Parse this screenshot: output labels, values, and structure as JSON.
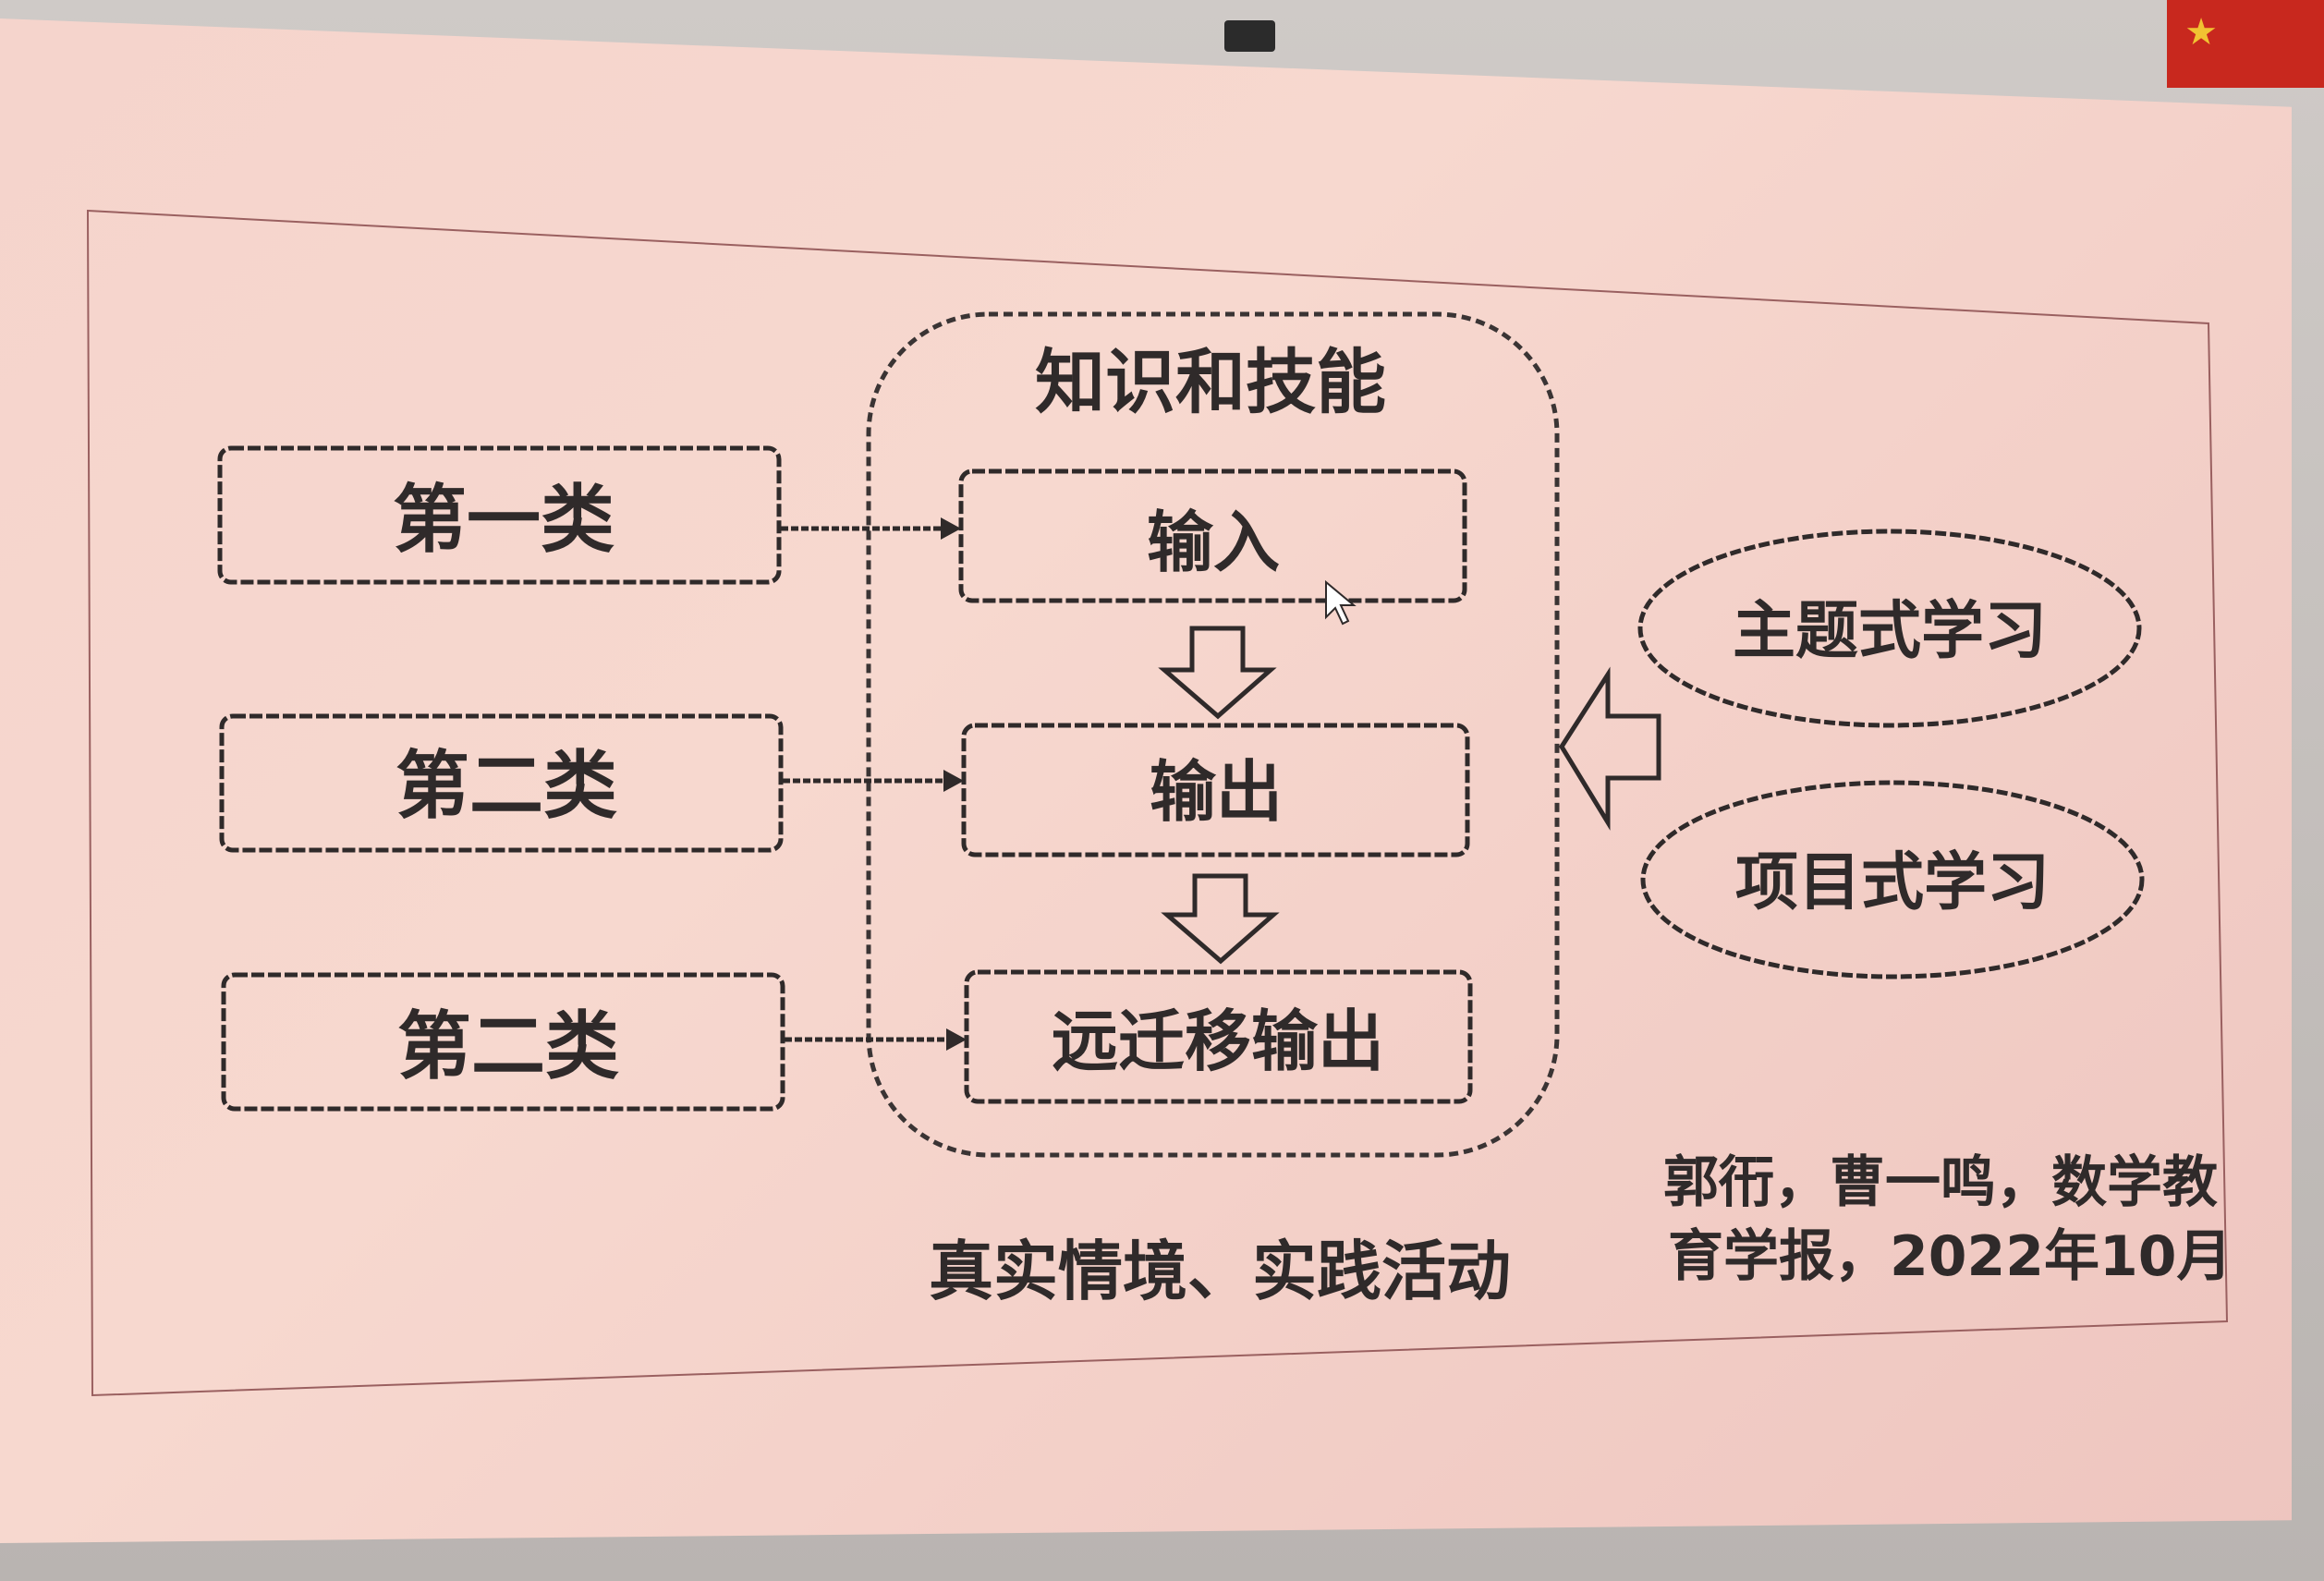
{
  "diagram": {
    "group_title": "知识和技能",
    "categories": [
      "第一类",
      "第二类",
      "第二类"
    ],
    "stages": [
      "输入",
      "输出",
      "远迁移输出"
    ],
    "methods": [
      "主题式学习",
      "项目式学习"
    ],
    "context_label": "真实情境、实践活动",
    "citation_line1": "郭衎，曹一鸣，数学教",
    "citation_line2": "育学报，2022年10月"
  },
  "colors": {
    "screen": "#f4d3cb",
    "ink": "#2f2a2a",
    "frame_line": "#9a6060"
  }
}
